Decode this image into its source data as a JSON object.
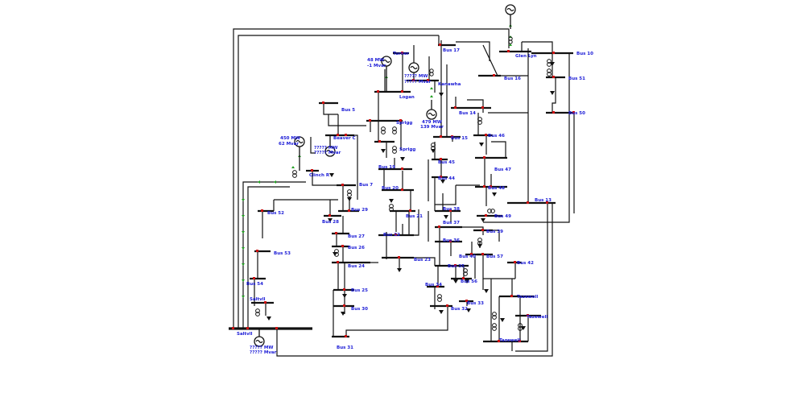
{
  "buses": {
    "bus10": "Bus 10",
    "bus51": "Bus 51",
    "bus50": "Bus 50",
    "bus17": "Bus 17",
    "bus16": "Bus 16",
    "glenlyn": "Glen Lyn",
    "kanawha": "Kanawha",
    "turner": "Turner",
    "logan": "Logan",
    "bus5": "Bus 5",
    "beaverc": "Beaver C",
    "sprigg1": "Sprigg",
    "sprigg2": "Sprigg",
    "clinchr": "Clinch R",
    "bus14": "Bus 14",
    "bus15": "Bus 15",
    "bus46": "Bus 46",
    "bus45": "Bus 45",
    "bus44": "Bus 44",
    "bus47": "Bus 47",
    "bus48": "Bus 48",
    "bus49": "Bus 49",
    "bus13": "Bus 13",
    "bus19": "Bus 19",
    "bus20": "Bus 20",
    "bus21": "Bus 21",
    "bus22": "Bus 22",
    "bus23": "Bus 23",
    "bus7": "Bus 7",
    "bus29": "Bus 29",
    "bus28": "Bus 28",
    "bus27": "Bus 27",
    "bus26": "Bus 26",
    "bus24": "Bus 24",
    "bus25": "Bus 25",
    "bus30": "Bus 30",
    "bus31": "Bus 31",
    "bus52": "Bus 52",
    "bus53": "Bus 53",
    "bus54": "Bus 54",
    "saltvill1": "Saltvll",
    "saltvill2": "Saltvll",
    "bus38": "Bus 38",
    "bus37": "Bus 37",
    "bus36": "Bus 36",
    "bus39": "Bus 39",
    "bus40": "Bus 40",
    "bus35": "Bus 35",
    "bus56": "Bus 56",
    "bus57": "Bus 57",
    "bus42": "Bus 42",
    "bus34": "Bus 34",
    "bus32": "Bus 32",
    "bus33": "Bus 33",
    "tazewell1": "Tazewell",
    "tazewell2": "Tazewell",
    "tazewell3": "Tazewell"
  },
  "generators": {
    "turner_mw": "48 MW",
    "turner_mvar": "-1 Mvar",
    "kanawha_mw": "????? MW",
    "kanawha_mvar": "????? Mvar",
    "logan_mw": "479 MW",
    "logan_mvar": "139 Mvar",
    "beaver_mw": "450 MW",
    "beaver_mvar": "62 Mvar",
    "clinch_mw": "????? MW",
    "clinch_mvar": "????? Mvar",
    "saltvill_mw": "????? MW",
    "saltvill_mvar": "????? Mvar"
  },
  "colors": {
    "bus_label": "#1a1ad6",
    "line": "#111111",
    "breaker": "#cc1111",
    "flow_arrow": "#22a022"
  },
  "icons": [
    "generator-icon",
    "transformer-icon",
    "load-arrow-icon",
    "breaker-icon"
  ]
}
